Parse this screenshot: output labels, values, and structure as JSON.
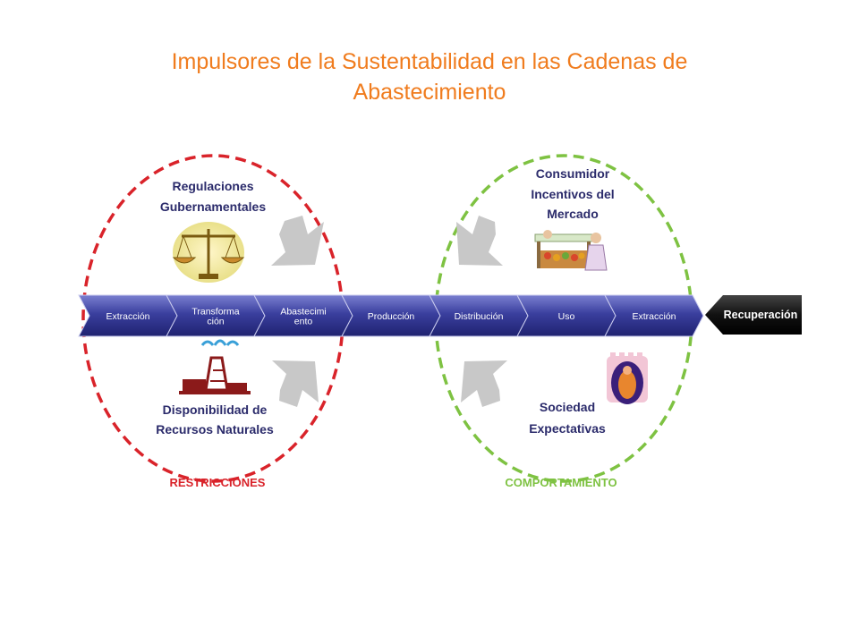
{
  "title": {
    "line1": "Impulsores de la Sustentabilidad en las Cadenas de",
    "line2": "Abastecimiento"
  },
  "chain": {
    "steps": [
      {
        "lines": [
          "Extracción"
        ]
      },
      {
        "lines": [
          "Transforma",
          "ción"
        ]
      },
      {
        "lines": [
          "Abastecimi",
          "ento"
        ]
      },
      {
        "lines": [
          "Producción"
        ]
      },
      {
        "lines": [
          "Distribución"
        ]
      },
      {
        "lines": [
          "Uso"
        ]
      },
      {
        "lines": [
          "Extracción"
        ]
      }
    ],
    "recovery": "Recuperación"
  },
  "left_group": {
    "top_label": [
      "Regulaciones",
      "Gubernamentales"
    ],
    "bottom_label": [
      "Disponibilidad de",
      "Recursos Naturales"
    ],
    "caption": "RESTRICCIONES",
    "color": "#d9232a",
    "top_icon": "balance-scale-icon",
    "bottom_icon": "oil-rig-icon"
  },
  "right_group": {
    "top_label": [
      "Consumidor",
      "Incentivos del",
      "Mercado"
    ],
    "bottom_label": [
      "Sociedad",
      "Expectativas"
    ],
    "caption": "COMPORTAMIENTO",
    "color": "#7ec242",
    "top_icon": "market-stall-icon",
    "bottom_icon": "society-shield-icon"
  },
  "colors": {
    "title": "#f07c1e",
    "arrow_fill_dark": "#2a2e7e",
    "arrow_fill_light": "#5a5fb4",
    "recovery_fill": "#111111",
    "gray_arrow": "#c8c8c8"
  }
}
